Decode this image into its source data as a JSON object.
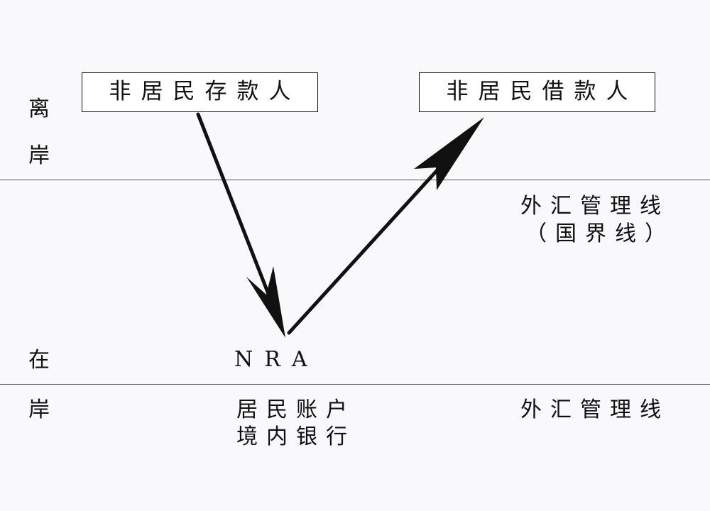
{
  "zones": {
    "offshore_char1": "离",
    "offshore_char2": "岸",
    "onshore_char1": "在",
    "onshore_char2": "岸"
  },
  "nodes": {
    "depositor": "非居民存款人",
    "borrower": "非居民借款人",
    "nra": "NRA",
    "bank_line1": "居民账户",
    "bank_line2": "境内银行"
  },
  "lines": {
    "fx_line_upper_1": "外汇管理线",
    "fx_line_upper_2": "（国界线）",
    "fx_line_lower": "外汇管理线"
  }
}
